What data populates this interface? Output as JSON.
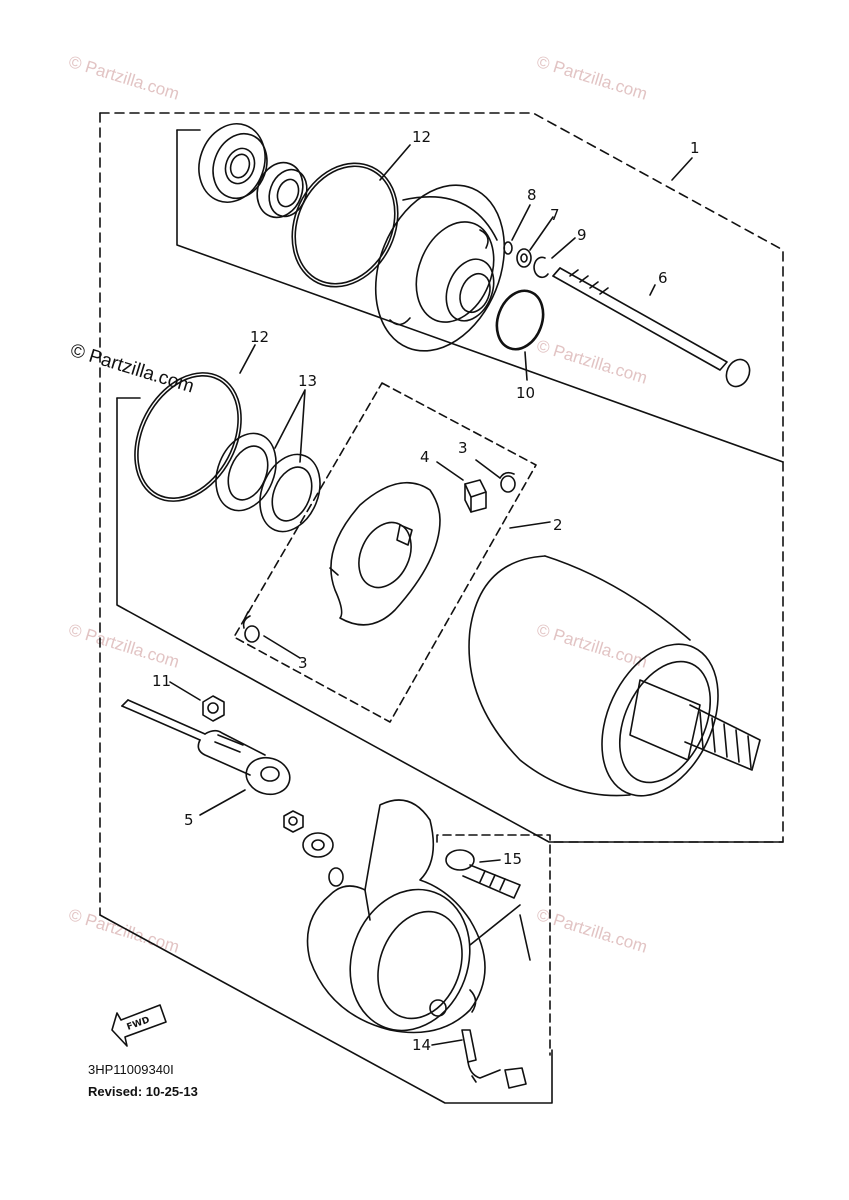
{
  "watermark": "© Partzilla.com",
  "diagram": {
    "part_number": "3HP11009340I",
    "revised": "Revised: 10-25-13",
    "fwd_label": "FWD",
    "callouts": [
      "1",
      "2",
      "3",
      "3",
      "4",
      "5",
      "6",
      "7",
      "8",
      "9",
      "10",
      "11",
      "12",
      "12",
      "13",
      "14",
      "15"
    ]
  }
}
